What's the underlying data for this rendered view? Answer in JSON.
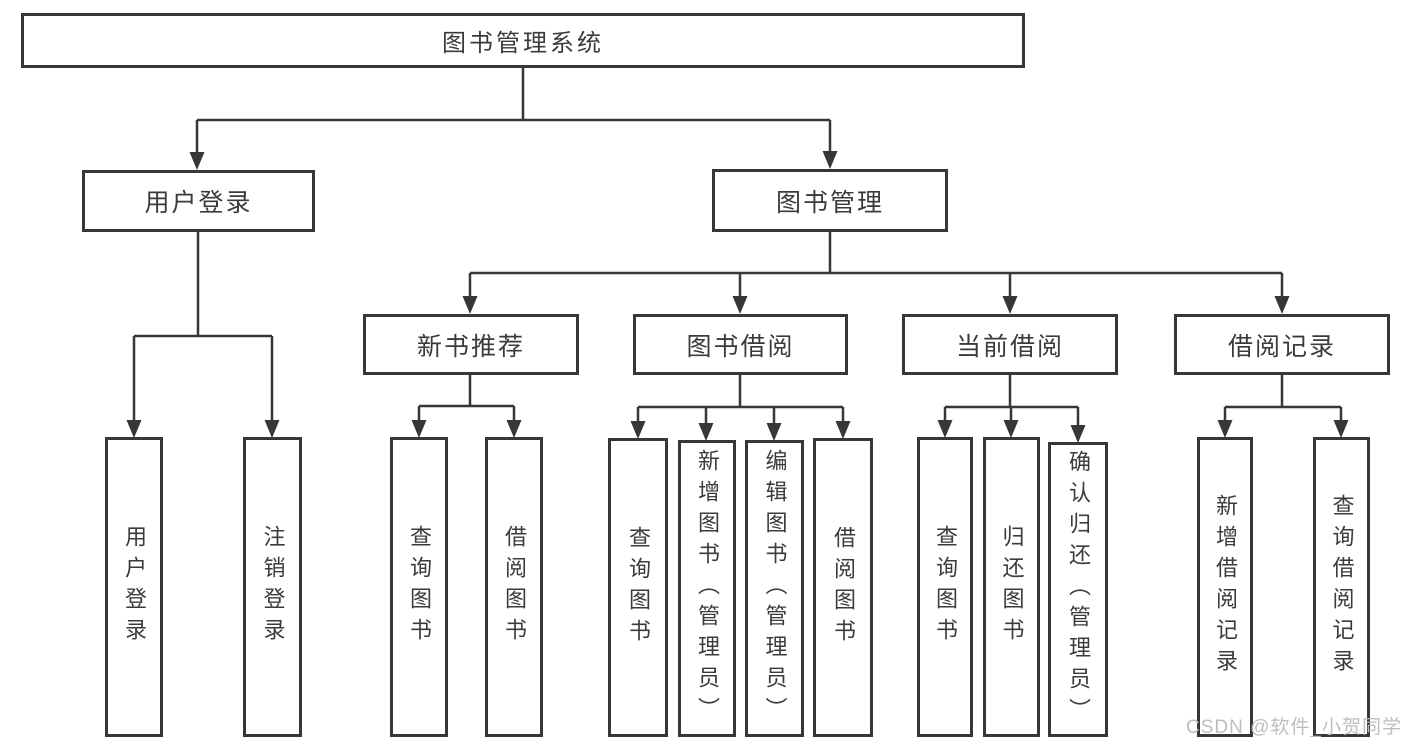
{
  "diagram": {
    "title": "图书管理系统",
    "level2": [
      {
        "label": "用户登录"
      },
      {
        "label": "图书管理"
      }
    ],
    "level3": [
      {
        "label": "新书推荐"
      },
      {
        "label": "图书借阅"
      },
      {
        "label": "当前借阅"
      },
      {
        "label": "借阅记录"
      }
    ],
    "leaves": {
      "user_login": [
        {
          "label": "用户登录"
        },
        {
          "label": "注销登录"
        }
      ],
      "new_book_recommend": [
        {
          "label": "查询图书"
        },
        {
          "label": "借阅图书"
        }
      ],
      "book_borrow": [
        {
          "label": "查询图书"
        },
        {
          "label": "新增图书（管理员）"
        },
        {
          "label": "编辑图书（管理员）"
        },
        {
          "label": "借阅图书"
        }
      ],
      "current_borrow": [
        {
          "label": "查询图书"
        },
        {
          "label": "归还图书"
        },
        {
          "label": "确认归还（管理员）"
        }
      ],
      "borrow_records": [
        {
          "label": "新增借阅记录"
        },
        {
          "label": "查询借阅记录"
        }
      ]
    }
  },
  "watermark": {
    "text": "CSDN @软件_小贺同学"
  },
  "colors": {
    "line": "#373737",
    "box_border": "#373737",
    "text": "#3b3b3b",
    "background": "#ffffff",
    "watermark": "#bababa"
  }
}
